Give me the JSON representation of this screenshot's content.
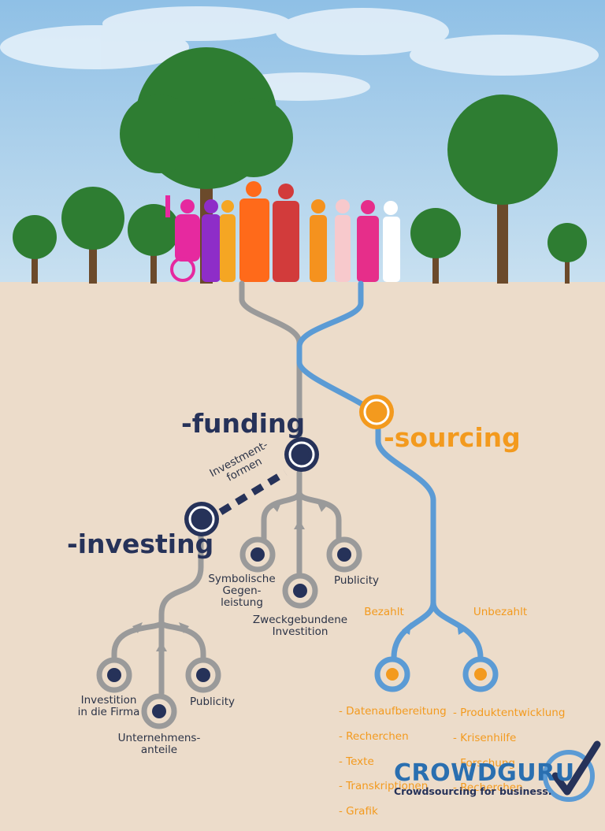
{
  "nodes": {
    "funding": {
      "label": "-funding"
    },
    "sourcing": {
      "label": "-sourcing"
    },
    "investing": {
      "label": "-investing"
    },
    "investmentformen": {
      "label": "Investment-\nformen"
    },
    "symbolische": {
      "label": "Symbolische\nGegen-\nleistung"
    },
    "zweckgebundene": {
      "label": "Zweckgebundene\nInvestition"
    },
    "publicity_funding": {
      "label": "Publicity"
    },
    "investition_firma": {
      "label": "Investition\nin die Firma"
    },
    "unternehmensanteile": {
      "label": "Unternehmens-\nanteile"
    },
    "publicity_investing": {
      "label": "Publicity"
    },
    "bezahlt": {
      "label": "Bezahlt",
      "items": [
        "- Datenaufbereitung",
        "- Recherchen",
        "- Texte",
        "- Transkriptionen",
        "- Grafik"
      ]
    },
    "unbezahlt": {
      "label": "Unbezahlt",
      "items": [
        "- Produktentwicklung",
        "- Krisenhilfe",
        "- Forschung",
        "- Recherchen"
      ]
    }
  },
  "brand": {
    "name": "CROWDGURU",
    "tagline": "Crowdsourcing for business."
  },
  "colors": {
    "navy": "#263259",
    "orange": "#f39a1e",
    "blue": "#5b9bd5",
    "gray": "#9a9a9a",
    "ground": "#ecdcca",
    "sky": "#a9cfe9",
    "tree": "#2e7d32",
    "trunk": "#6b4a2b"
  }
}
